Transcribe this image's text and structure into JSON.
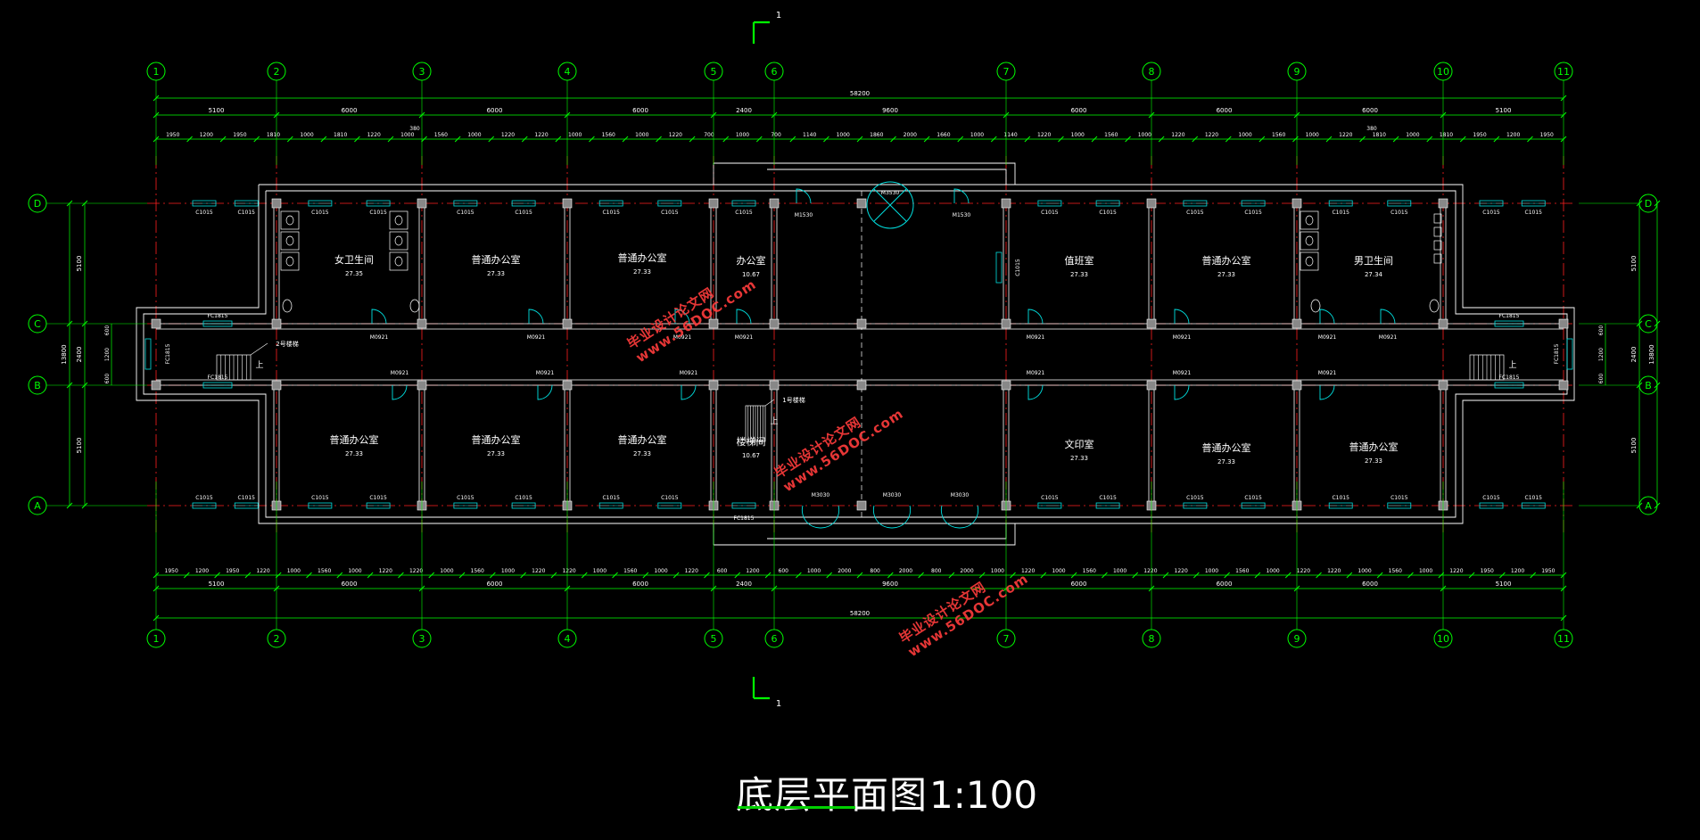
{
  "drawing": {
    "title": "底层平面图",
    "scale": "1:100",
    "section_mark_label": "1"
  },
  "grid_axes": {
    "vertical": [
      "1",
      "2",
      "3",
      "4",
      "5",
      "6",
      "7",
      "8",
      "9",
      "10",
      "11"
    ],
    "horizontal": [
      "D",
      "C",
      "B",
      "A"
    ],
    "left_horizontal_labels": [
      "D",
      "C",
      "B",
      "A"
    ]
  },
  "dimensions": {
    "overall": "58200",
    "top_bays": [
      "5100",
      "6000",
      "6000",
      "6000",
      "2400",
      "9600",
      "6000",
      "6000",
      "6000",
      "5100"
    ],
    "top_detail": [
      "1950",
      "1200",
      "1950",
      "1810",
      "1000",
      "1810",
      "1220",
      "1000",
      "1560",
      "1000",
      "1220",
      "1220",
      "1000",
      "1560",
      "1000",
      "1220",
      "700",
      "1000",
      "700",
      "1140",
      "1000",
      "1860",
      "2000",
      "1660",
      "1000",
      "1140",
      "1220",
      "1000",
      "1560",
      "1000",
      "1220",
      "1220",
      "1000",
      "1560",
      "1000",
      "1220",
      "1810",
      "1000",
      "1810",
      "1950",
      "1200",
      "1950"
    ],
    "top_small": [
      "380",
      "380"
    ],
    "bottom_bays": [
      "5100",
      "6000",
      "6000",
      "6000",
      "2400",
      "9600",
      "6000",
      "6000",
      "6000",
      "5100"
    ],
    "bottom_detail": [
      "1950",
      "1200",
      "1950",
      "1220",
      "1000",
      "1560",
      "1000",
      "1220",
      "1220",
      "1000",
      "1560",
      "1000",
      "1220",
      "1220",
      "1000",
      "1560",
      "1000",
      "1220",
      "600",
      "1200",
      "600",
      "1000",
      "2000",
      "800",
      "2000",
      "800",
      "2000",
      "1000",
      "1220",
      "1000",
      "1560",
      "1000",
      "1220",
      "1220",
      "1000",
      "1560",
      "1000",
      "1220",
      "1220",
      "1000",
      "1560",
      "1000",
      "1220",
      "1950",
      "1200",
      "1950"
    ],
    "left_outer": "13800",
    "left_parts": [
      "5100",
      "2400",
      "5100"
    ],
    "left_small": [
      "600",
      "1200",
      "600"
    ],
    "right_outer": "13800",
    "right_parts": [
      "5100",
      "2400",
      "5100"
    ],
    "right_small": [
      "600",
      "1200",
      "600"
    ]
  },
  "rooms": [
    {
      "name": "女卫生间",
      "area": "27.35"
    },
    {
      "name": "普通办公室",
      "area": "27.33"
    },
    {
      "name": "普通办公室",
      "area": "27.33"
    },
    {
      "name": "办公室",
      "area": "10.67"
    },
    {
      "name": "值班室",
      "area": "27.33"
    },
    {
      "name": "普通办公室",
      "area": "27.33"
    },
    {
      "name": "男卫生间",
      "area": "27.34"
    },
    {
      "name": "普通办公室",
      "area": "27.33"
    },
    {
      "name": "普通办公室",
      "area": "27.33"
    },
    {
      "name": "普通办公室",
      "area": "27.33"
    },
    {
      "name": "楼梯间",
      "area": "10.67"
    },
    {
      "name": "文印室",
      "area": "27.33"
    },
    {
      "name": "普通办公室",
      "area": "27.33"
    },
    {
      "name": "普通办公室",
      "area": "27.33"
    }
  ],
  "windows": {
    "top": "C1015",
    "bottom": "C1015",
    "fc": "FC1815",
    "fc_side": "FC1815"
  },
  "doors": {
    "office": "M0921",
    "entry_top": "M1530",
    "entry_bottom": "M3030",
    "main": "M3530"
  },
  "stairs": {
    "left": "2号楼梯",
    "right": "1号楼梯",
    "up": "上"
  },
  "side_dims": {
    "c1015_vert": "C1015"
  },
  "watermarks": [
    {
      "line1": "毕业设计论文网",
      "line2": "www.56DOC.com"
    }
  ],
  "colors": {
    "wall": "#ffffff",
    "axis": "#ff2020",
    "dimension": "#00ff00",
    "window": "#00e0e0",
    "furniture": "#ffffff",
    "bubble": "#00ff00",
    "label": "#ffffff",
    "watermark": "#ff3c3c",
    "column": "#888888"
  }
}
